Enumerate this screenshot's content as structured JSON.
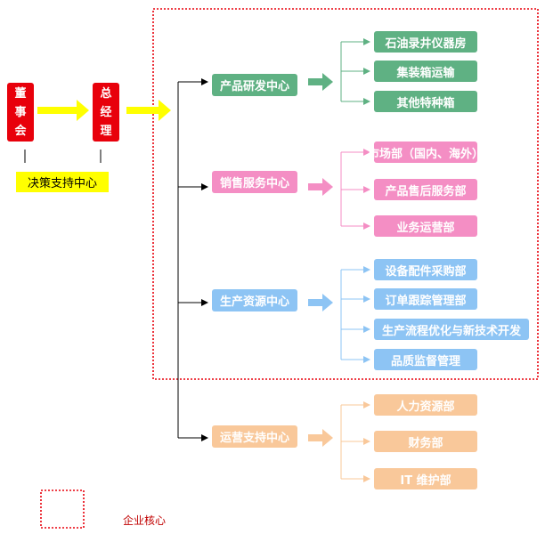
{
  "board": {
    "chars": [
      "董",
      "事",
      "会"
    ]
  },
  "gm": {
    "chars": [
      "总",
      "经",
      "理"
    ]
  },
  "decision_center": "决策支持中心",
  "centers": [
    {
      "label": "产品研发中心",
      "color": "#5fb183",
      "depts": [
        "石油录井仪器房",
        "集装箱运输",
        "其他特种箱"
      ]
    },
    {
      "label": "销售服务中心",
      "color": "#f48ec4",
      "depts": [
        "市场部（国内、海外）",
        "产品售后服务部",
        "业务运营部"
      ]
    },
    {
      "label": "生产资源中心",
      "color": "#8dc4f4",
      "depts": [
        "设备配件采购部",
        "订单跟踪管理部",
        "生产流程优化与新技术开发",
        "品质监督管理"
      ]
    },
    {
      "label": "运营支持中心",
      "color": "#f9c89a",
      "depts": [
        "人力资源部",
        "财务部",
        "IT 维护部"
      ]
    }
  ],
  "legend": {
    "label": "企业核心",
    "border_color": "#e8000b"
  },
  "colors": {
    "board": "#e8000b",
    "decision": "#ffff00",
    "arrow_yellow": "#ffff00"
  }
}
